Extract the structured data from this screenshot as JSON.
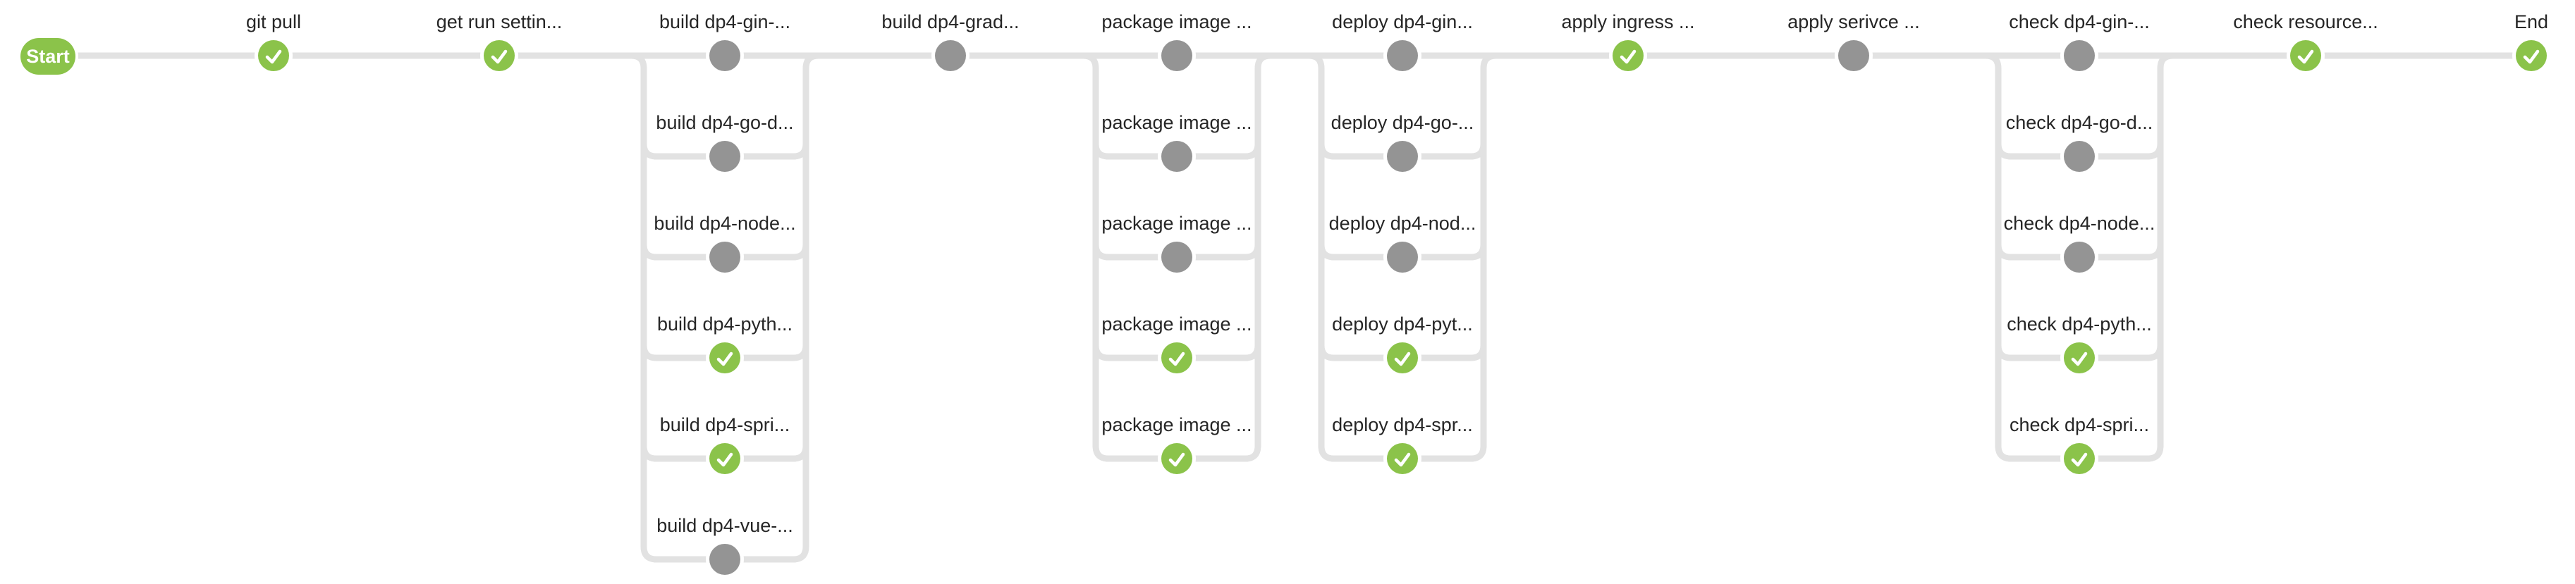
{
  "colors": {
    "success": "#8bc34a",
    "pending": "#949494",
    "edge": "#e2e2e2",
    "label": "#262626",
    "start_background": "#8bc34a",
    "start_text": "#ffffff"
  },
  "icons": {
    "success": "check-icon",
    "pending": "dot"
  },
  "pipeline": {
    "start": {
      "label": "Start"
    },
    "end": {
      "label": "End",
      "status": "success"
    },
    "columns": [
      {
        "stages": [
          {
            "label": "git pull",
            "status": "success"
          }
        ]
      },
      {
        "stages": [
          {
            "label": "get run settin...",
            "status": "success"
          }
        ]
      },
      {
        "stages": [
          {
            "label": "build dp4-gin-...",
            "status": "pending"
          },
          {
            "label": "build dp4-go-d...",
            "status": "pending"
          },
          {
            "label": "build dp4-node...",
            "status": "pending"
          },
          {
            "label": "build dp4-pyth...",
            "status": "success"
          },
          {
            "label": "build dp4-spri...",
            "status": "success"
          },
          {
            "label": "build dp4-vue-...",
            "status": "pending"
          }
        ]
      },
      {
        "stages": [
          {
            "label": "build dp4-grad...",
            "status": "pending"
          }
        ]
      },
      {
        "stages": [
          {
            "label": "package image ...",
            "status": "pending"
          },
          {
            "label": "package image ...",
            "status": "pending"
          },
          {
            "label": "package image ...",
            "status": "pending"
          },
          {
            "label": "package image ...",
            "status": "success"
          },
          {
            "label": "package image ...",
            "status": "success"
          }
        ]
      },
      {
        "stages": [
          {
            "label": "deploy dp4-gin...",
            "status": "pending"
          },
          {
            "label": "deploy dp4-go-...",
            "status": "pending"
          },
          {
            "label": "deploy dp4-nod...",
            "status": "pending"
          },
          {
            "label": "deploy dp4-pyt...",
            "status": "success"
          },
          {
            "label": "deploy dp4-spr...",
            "status": "success"
          }
        ]
      },
      {
        "stages": [
          {
            "label": "apply ingress ...",
            "status": "success"
          }
        ]
      },
      {
        "stages": [
          {
            "label": "apply serivce ...",
            "status": "pending"
          }
        ]
      },
      {
        "stages": [
          {
            "label": "check dp4-gin-...",
            "status": "pending"
          },
          {
            "label": "check dp4-go-d...",
            "status": "pending"
          },
          {
            "label": "check dp4-node...",
            "status": "pending"
          },
          {
            "label": "check dp4-pyth...",
            "status": "success"
          },
          {
            "label": "check dp4-spri...",
            "status": "success"
          }
        ]
      },
      {
        "stages": [
          {
            "label": "check resource...",
            "status": "success"
          }
        ]
      }
    ]
  }
}
